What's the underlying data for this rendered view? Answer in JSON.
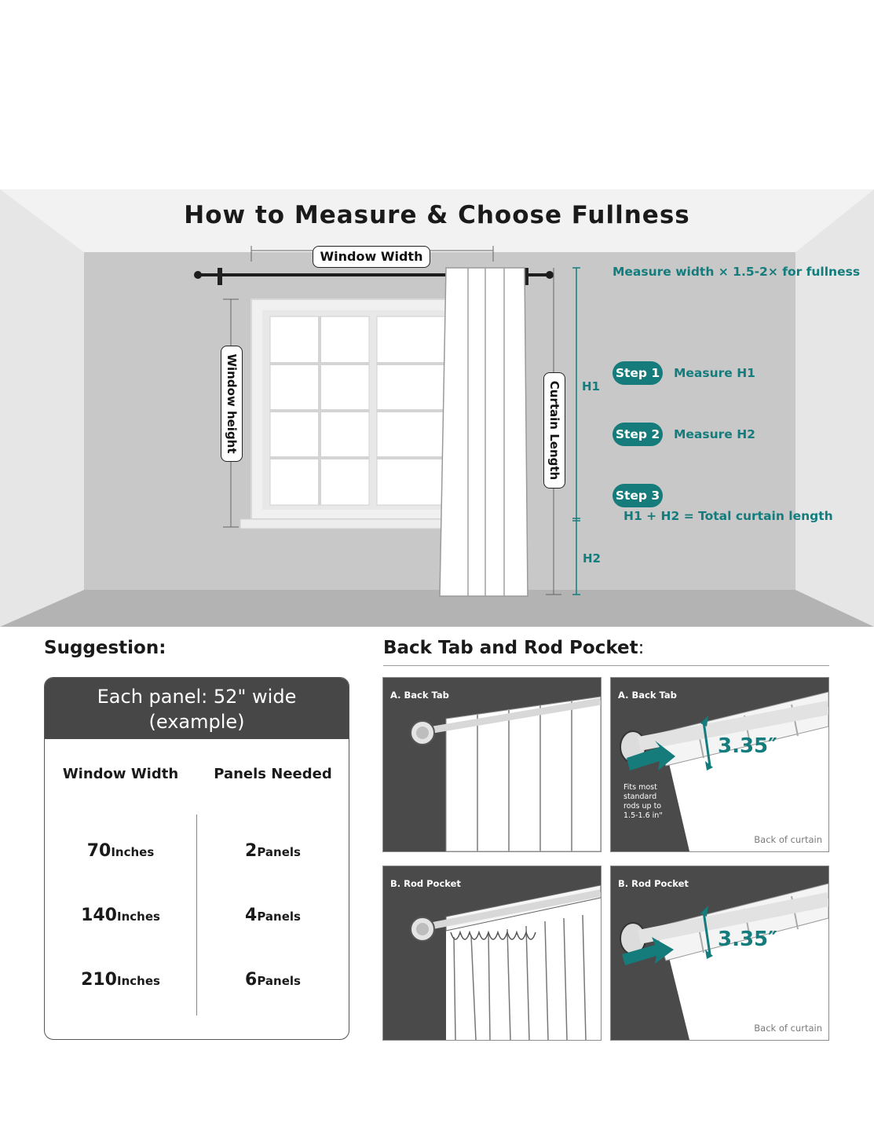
{
  "title": "How to Measure & Choose Fullness",
  "diagram": {
    "window_width_label": "Window Width",
    "window_height_label": "Window height",
    "curtain_length_label": "Curtain Length",
    "h1_label": "H1",
    "h2_label": "H2",
    "fullness_note": "Measure width × 1.5-2× for fullness",
    "steps": [
      {
        "badge": "Step 1",
        "text": "Measure H1"
      },
      {
        "badge": "Step 2",
        "text": "Measure H2"
      },
      {
        "badge": "Step 3",
        "text": "H1 + H2 = Total curtain length"
      }
    ],
    "accent_color": "#147c7c"
  },
  "suggestion": {
    "heading": "Suggestion:",
    "card_title_line1": "Each panel: 52\" wide",
    "card_title_line2": "(example)",
    "col1": "Window Width",
    "col2": "Panels Needed",
    "rows": [
      {
        "width": "70",
        "width_unit": "Inches",
        "panels": "2",
        "panels_unit": "Panels"
      },
      {
        "width": "140",
        "width_unit": "Inches",
        "panels": "4",
        "panels_unit": "Panels"
      },
      {
        "width": "210",
        "width_unit": "Inches",
        "panels": "6",
        "panels_unit": "Panels"
      }
    ]
  },
  "header_types": {
    "heading": "Back Tab and Rod Pocket",
    "heading_colon": ":",
    "panel_a1_label": "A. Back Tab",
    "panel_a2_label": "A. Back Tab",
    "panel_b1_label": "B. Rod Pocket",
    "panel_b2_label": "B. Rod Pocket",
    "dimension_a": "3.35″",
    "dimension_b": "3.35″",
    "fits_note_lines": [
      "Fits most",
      "standard",
      "rods up to",
      "1.5-1.6 in\""
    ],
    "back_note_a": "Back of curtain",
    "back_note_b": "Back of curtain"
  }
}
